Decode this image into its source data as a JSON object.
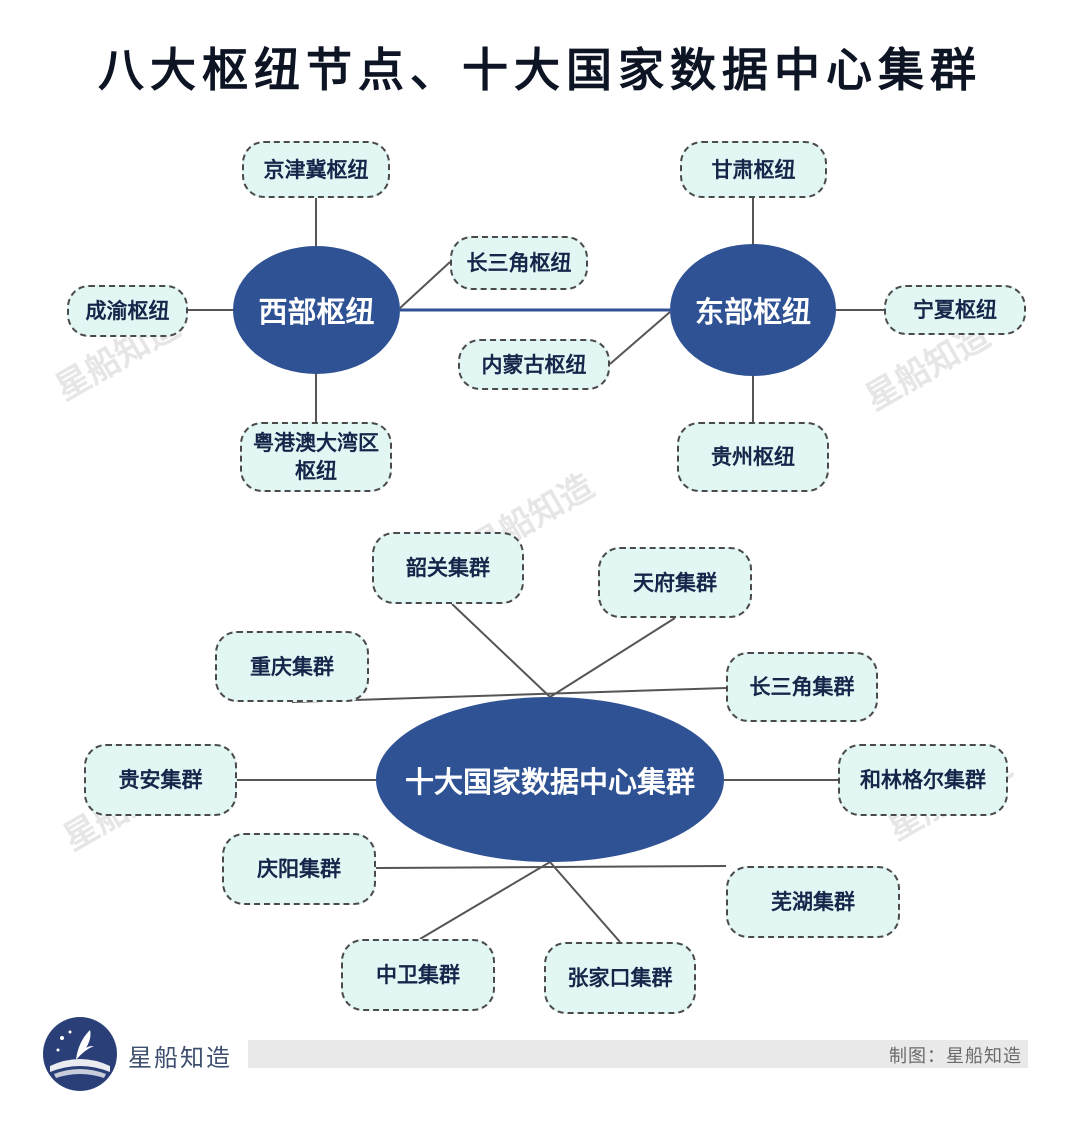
{
  "title": "八大枢纽节点、十大国家数据中心集群",
  "hubs": {
    "west": "西部枢纽",
    "east": "东部枢纽",
    "cluster": "十大国家数据中心集群"
  },
  "west_nodes": {
    "jingjinji": "京津冀枢纽",
    "changsanjiao": "长三角枢纽",
    "chengyu": "成渝枢纽",
    "neimenggu": "内蒙古枢纽",
    "yuegangao": "粤港澳大湾区枢纽"
  },
  "east_nodes": {
    "gansu": "甘肃枢纽",
    "ningxia": "宁夏枢纽",
    "guizhou": "贵州枢纽"
  },
  "clusters": {
    "shaoguan": "韶关集群",
    "tianfu": "天府集群",
    "chongqing": "重庆集群",
    "changsanjiao": "长三角集群",
    "guian": "贵安集群",
    "helinge": "和林格尔集群",
    "qingyang": "庆阳集群",
    "wuhu": "芜湖集群",
    "zhongwei": "中卫集群",
    "zhangjiakou": "张家口集群"
  },
  "watermark": "星船知造",
  "footer": {
    "brand": "星船知造",
    "credit": "制图：星船知造"
  },
  "colors": {
    "hub_fill": "#2f5294",
    "node_fill": "#e2f6f4",
    "node_border": "#4a4a4a",
    "link": "#555555",
    "hub_link": "#2f5294"
  }
}
